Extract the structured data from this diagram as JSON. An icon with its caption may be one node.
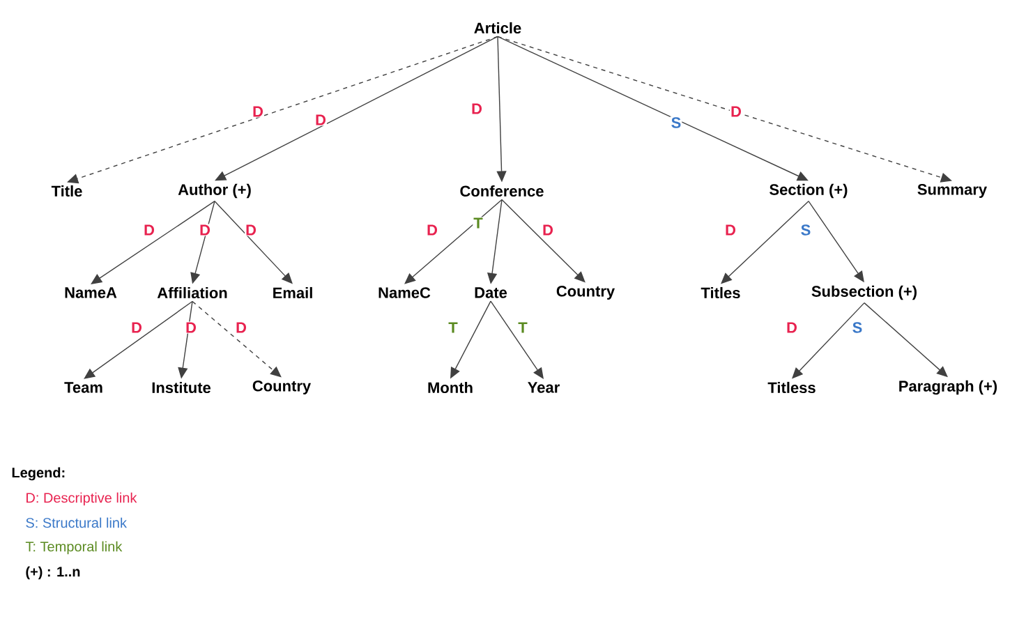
{
  "diagram": {
    "nodes": [
      {
        "text": [
          "Article"
        ]
      },
      {
        "text": [
          "Title"
        ]
      },
      {
        "text": [
          "Author (+)"
        ]
      },
      {
        "text": [
          "Conference"
        ]
      },
      {
        "text": [
          "Section (+)"
        ]
      },
      {
        "text": [
          "Summary"
        ]
      },
      {
        "text": [
          "NameA"
        ]
      },
      {
        "text": [
          "Affiliation"
        ]
      },
      {
        "text": [
          "Email"
        ]
      },
      {
        "text": [
          "NameC"
        ]
      },
      {
        "text": [
          "Date"
        ]
      },
      {
        "text": [
          "Country"
        ]
      },
      {
        "text": [
          "Titles"
        ]
      },
      {
        "text": [
          "Subsection (+)"
        ]
      },
      {
        "text": [
          "Team"
        ]
      },
      {
        "text": [
          "Institute"
        ]
      },
      {
        "text": [
          "Country"
        ]
      },
      {
        "text": [
          "Month"
        ]
      },
      {
        "text": [
          "Year"
        ]
      },
      {
        "text": [
          "Titless"
        ]
      },
      {
        "text": [
          "Paragraph (+)"
        ]
      }
    ],
    "edges": [
      {
        "from": 0,
        "to": 1,
        "arrow": "to",
        "label": "D",
        "style": "dashed"
      },
      {
        "from": 0,
        "to": 2,
        "arrow": "to",
        "label": "D"
      },
      {
        "from": 0,
        "to": 3,
        "arrow": "to",
        "label": "D"
      },
      {
        "from": 0,
        "to": 4,
        "arrow": "to",
        "label": "S"
      },
      {
        "from": 0,
        "to": 5,
        "arrow": "to",
        "label": "D",
        "style": "dashed"
      },
      {
        "from": 2,
        "to": 6,
        "arrow": "to",
        "label": "D"
      },
      {
        "from": 2,
        "to": 7,
        "arrow": "to",
        "label": "D"
      },
      {
        "from": 2,
        "to": 8,
        "arrow": "to",
        "label": "D"
      },
      {
        "from": 3,
        "to": 9,
        "arrow": "to",
        "label": "D"
      },
      {
        "from": 3,
        "to": 10,
        "arrow": "to",
        "label": "T"
      },
      {
        "from": 3,
        "to": 11,
        "arrow": "to",
        "label": "D"
      },
      {
        "from": 4,
        "to": 12,
        "arrow": "to",
        "label": "D"
      },
      {
        "from": 4,
        "to": 13,
        "arrow": "to",
        "label": "S"
      },
      {
        "from": 7,
        "to": 14,
        "arrow": "to",
        "label": "D"
      },
      {
        "from": 7,
        "to": 15,
        "arrow": "to",
        "label": "D"
      },
      {
        "from": 7,
        "to": 16,
        "arrow": "to",
        "label": "D",
        "style": "dashed"
      },
      {
        "from": 10,
        "to": 17,
        "arrow": "to",
        "label": "T"
      },
      {
        "from": 10,
        "to": 18,
        "arrow": "to",
        "label": "T"
      },
      {
        "from": 13,
        "to": 19,
        "arrow": "to",
        "label": "D"
      },
      {
        "from": 13,
        "to": 20,
        "arrow": "to",
        "label": "S"
      }
    ],
    "labels": [
      "Legend:",
      "(+) : 1..n"
    ],
    "legend": [
      {
        "text": "D: Descriptive link",
        "color": "#e8224f"
      },
      {
        "text": "S: Structural link",
        "color": "#3a78c8"
      },
      {
        "text": "T: Temporal link",
        "color": "#5a8a20"
      }
    ]
  }
}
